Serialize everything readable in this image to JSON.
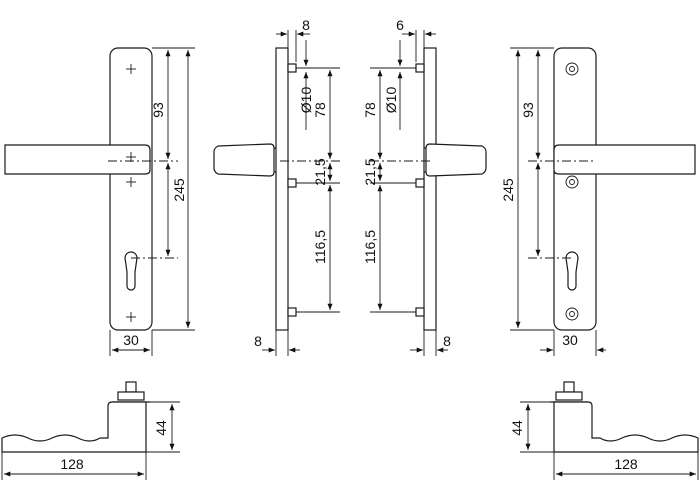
{
  "drawing": {
    "view1": {
      "height_total": "245",
      "upper": "93",
      "width": "30"
    },
    "view2": {
      "offset_top": "8",
      "diameter": "Ø10",
      "d78": "78",
      "d21": "21,5",
      "d116": "116,5",
      "offset_bottom": "8"
    },
    "view3": {
      "offset_top": "6",
      "diameter": "Ø10",
      "d78": "78",
      "d21": "21,5",
      "d116": "116,5",
      "offset_bottom": "8"
    },
    "view4": {
      "height_total": "245",
      "upper": "93",
      "width": "30"
    },
    "bottom_left": {
      "height": "44",
      "length": "128"
    },
    "bottom_right": {
      "height": "44",
      "length": "128"
    }
  }
}
